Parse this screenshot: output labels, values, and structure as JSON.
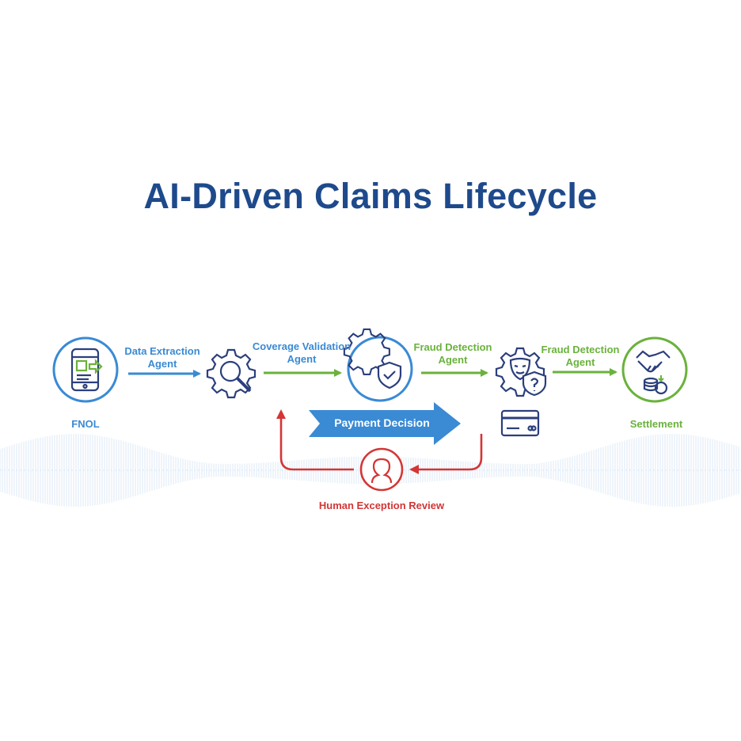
{
  "title": "AI-Driven Claims Lifecycle",
  "colors": {
    "title": "#1e4a8c",
    "blue": "#3a8ad4",
    "green": "#6ab23c",
    "red": "#d43535",
    "navy": "#2b3f7c"
  },
  "nodes": {
    "fnol": {
      "label": "FNOL",
      "icon": "mobile-phone-form-icon"
    },
    "extraction": {
      "icon": "gear-magnifier-icon"
    },
    "validation": {
      "icon": "gear-shield-check-icon"
    },
    "fraud": {
      "icon": "gear-mask-shield-question-icon"
    },
    "card": {
      "icon": "credit-card-icon"
    },
    "settlement": {
      "label": "Settlement",
      "icon": "handshake-coins-icon"
    },
    "human": {
      "label": "Human Exception Review",
      "icon": "person-icon"
    }
  },
  "edges": {
    "e1": {
      "line1": "Data Extraction",
      "line2": "Agent"
    },
    "e2": {
      "line1": "Coverage Validation",
      "line2": "Agent"
    },
    "e3": {
      "line1": "Fraud Detection",
      "line2": "Agent"
    },
    "e4": {
      "line1": "Fraud Detection",
      "line2": "Agent"
    }
  },
  "payment_decision": "Payment Decision"
}
